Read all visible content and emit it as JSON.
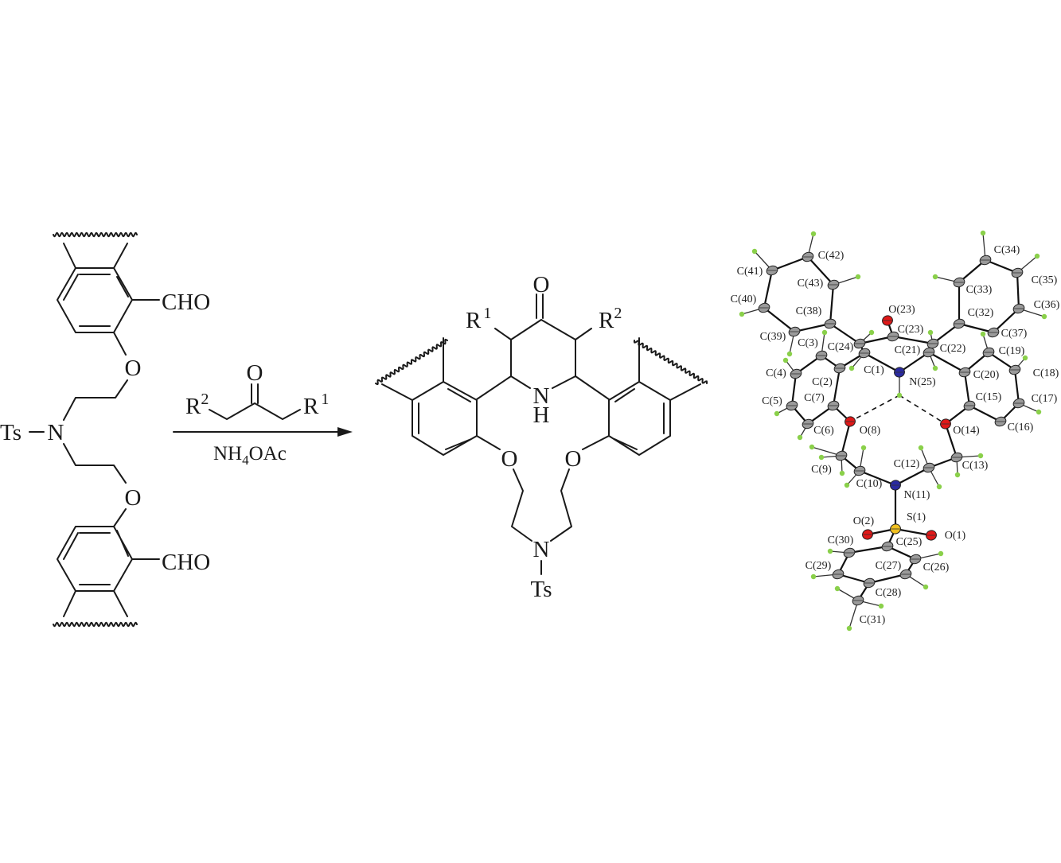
{
  "reactant": {
    "cho_top": "CHO",
    "cho_bottom": "CHO",
    "o_top": "O",
    "o_bottom": "O",
    "n": "N",
    "ts": "Ts"
  },
  "reagent": {
    "ketone_o": "O",
    "r2": "R",
    "r2_sup": "2",
    "r1": "R",
    "r1_sup": "1",
    "condition_main": "NH",
    "condition_sub": "4",
    "condition_tail": "OAc"
  },
  "product": {
    "carbonyl_o": "O",
    "r1": "R",
    "r1_sup": "1",
    "r2": "R",
    "r2_sup": "2",
    "nh_n": "N",
    "nh_h": "H",
    "o_left": "O",
    "o_right": "O",
    "n": "N",
    "ts": "Ts"
  },
  "crystal": {
    "colors": {
      "C": "#9a9a9a",
      "O": "#e01818",
      "N": "#2a2aa0",
      "S": "#f0c020",
      "H": "#8ad04a",
      "O_label": "#e01818",
      "N_label": "#2a2aa0",
      "S_label": "#e0a030"
    },
    "atoms": [
      {
        "label": "C(42)",
        "el": "C"
      },
      {
        "label": "C(41)",
        "el": "C"
      },
      {
        "label": "C(43)",
        "el": "C"
      },
      {
        "label": "C(40)",
        "el": "C"
      },
      {
        "label": "C(38)",
        "el": "C"
      },
      {
        "label": "C(39)",
        "el": "C"
      },
      {
        "label": "C(3)",
        "el": "C"
      },
      {
        "label": "C(24)",
        "el": "C"
      },
      {
        "label": "C(4)",
        "el": "C"
      },
      {
        "label": "C(2)",
        "el": "C"
      },
      {
        "label": "C(1)",
        "el": "C"
      },
      {
        "label": "C(5)",
        "el": "C"
      },
      {
        "label": "C(7)",
        "el": "C"
      },
      {
        "label": "C(6)",
        "el": "C"
      },
      {
        "label": "O(8)",
        "el": "O"
      },
      {
        "label": "O(23)",
        "el": "O"
      },
      {
        "label": "C(23)",
        "el": "C"
      },
      {
        "label": "C(21)",
        "el": "C"
      },
      {
        "label": "C(22)",
        "el": "C"
      },
      {
        "label": "N(25)",
        "el": "N"
      },
      {
        "label": "C(32)",
        "el": "C"
      },
      {
        "label": "C(33)",
        "el": "C"
      },
      {
        "label": "C(34)",
        "el": "C"
      },
      {
        "label": "C(35)",
        "el": "C"
      },
      {
        "label": "C(36)",
        "el": "C"
      },
      {
        "label": "C(37)",
        "el": "C"
      },
      {
        "label": "C(19)",
        "el": "C"
      },
      {
        "label": "C(20)",
        "el": "C"
      },
      {
        "label": "C(18)",
        "el": "C"
      },
      {
        "label": "C(15)",
        "el": "C"
      },
      {
        "label": "C(17)",
        "el": "C"
      },
      {
        "label": "C(16)",
        "el": "C"
      },
      {
        "label": "O(14)",
        "el": "O"
      },
      {
        "label": "C(9)",
        "el": "C"
      },
      {
        "label": "C(10)",
        "el": "C"
      },
      {
        "label": "N(11)",
        "el": "N"
      },
      {
        "label": "C(12)",
        "el": "C"
      },
      {
        "label": "C(13)",
        "el": "C"
      },
      {
        "label": "S(1)",
        "el": "S"
      },
      {
        "label": "O(2)",
        "el": "O"
      },
      {
        "label": "O(1)",
        "el": "O"
      },
      {
        "label": "C(25)",
        "el": "C"
      },
      {
        "label": "C(30)",
        "el": "C"
      },
      {
        "label": "C(26)",
        "el": "C"
      },
      {
        "label": "C(29)",
        "el": "C"
      },
      {
        "label": "C(27)",
        "el": "C"
      },
      {
        "label": "C(28)",
        "el": "C"
      },
      {
        "label": "C(31)",
        "el": "C"
      }
    ]
  }
}
